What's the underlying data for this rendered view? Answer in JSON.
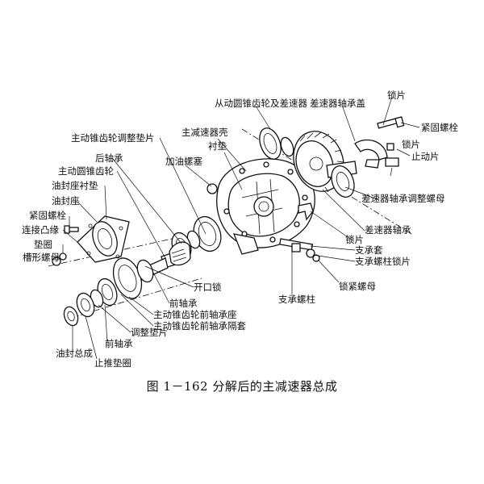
{
  "caption": "图 1－162 分解后的主减速器总成",
  "labels": {
    "driven_gear_and_diff": "从动圆锥齿轮及差速器",
    "diff_bearing_cap": "差速器轴承盖",
    "lock_plate_top": "锁片",
    "tight_bolt_top": "紧固螺栓",
    "lock_plate_right": "锁片",
    "stop_plate": "止动片",
    "main_reducer_housing": "主减速器壳",
    "gasket": "衬垫",
    "drive_gear_shim": "主动锥齿轮调整垫片",
    "rear_bearing": "后轴承",
    "oil_plug": "加油螺塞",
    "drive_bevel_gear": "主动圆锥齿轮",
    "seal_seat_gasket": "油封座衬垫",
    "seal_seat": "油封座",
    "tight_bolt_left": "紧固螺栓",
    "connecting_flange": "连接凸缘",
    "washer": "垫圈",
    "slotted_nut": "槽形螺母",
    "diff_adjust_nut": "差速器轴承调整螺母",
    "diff_bearing": "差速器轴承",
    "lock_plate_mid": "锁片",
    "support_sleeve": "支承套",
    "support_bolt_lock": "支承螺柱锁片",
    "lock_nut": "锁紧螺母",
    "support_stud": "支承螺柱",
    "split_pin": "开口锁",
    "front_bearing_top": "前轴承",
    "front_bearing_seat": "主动锥齿轮前轴承座",
    "front_bearing_spacer": "主动锥齿轮前轴承隔套",
    "adjust_shim": "调整垫片",
    "front_bearing_bottom": "前轴承",
    "oil_seal_assembly": "油封总成",
    "thrust_washer": "止推垫圈"
  }
}
